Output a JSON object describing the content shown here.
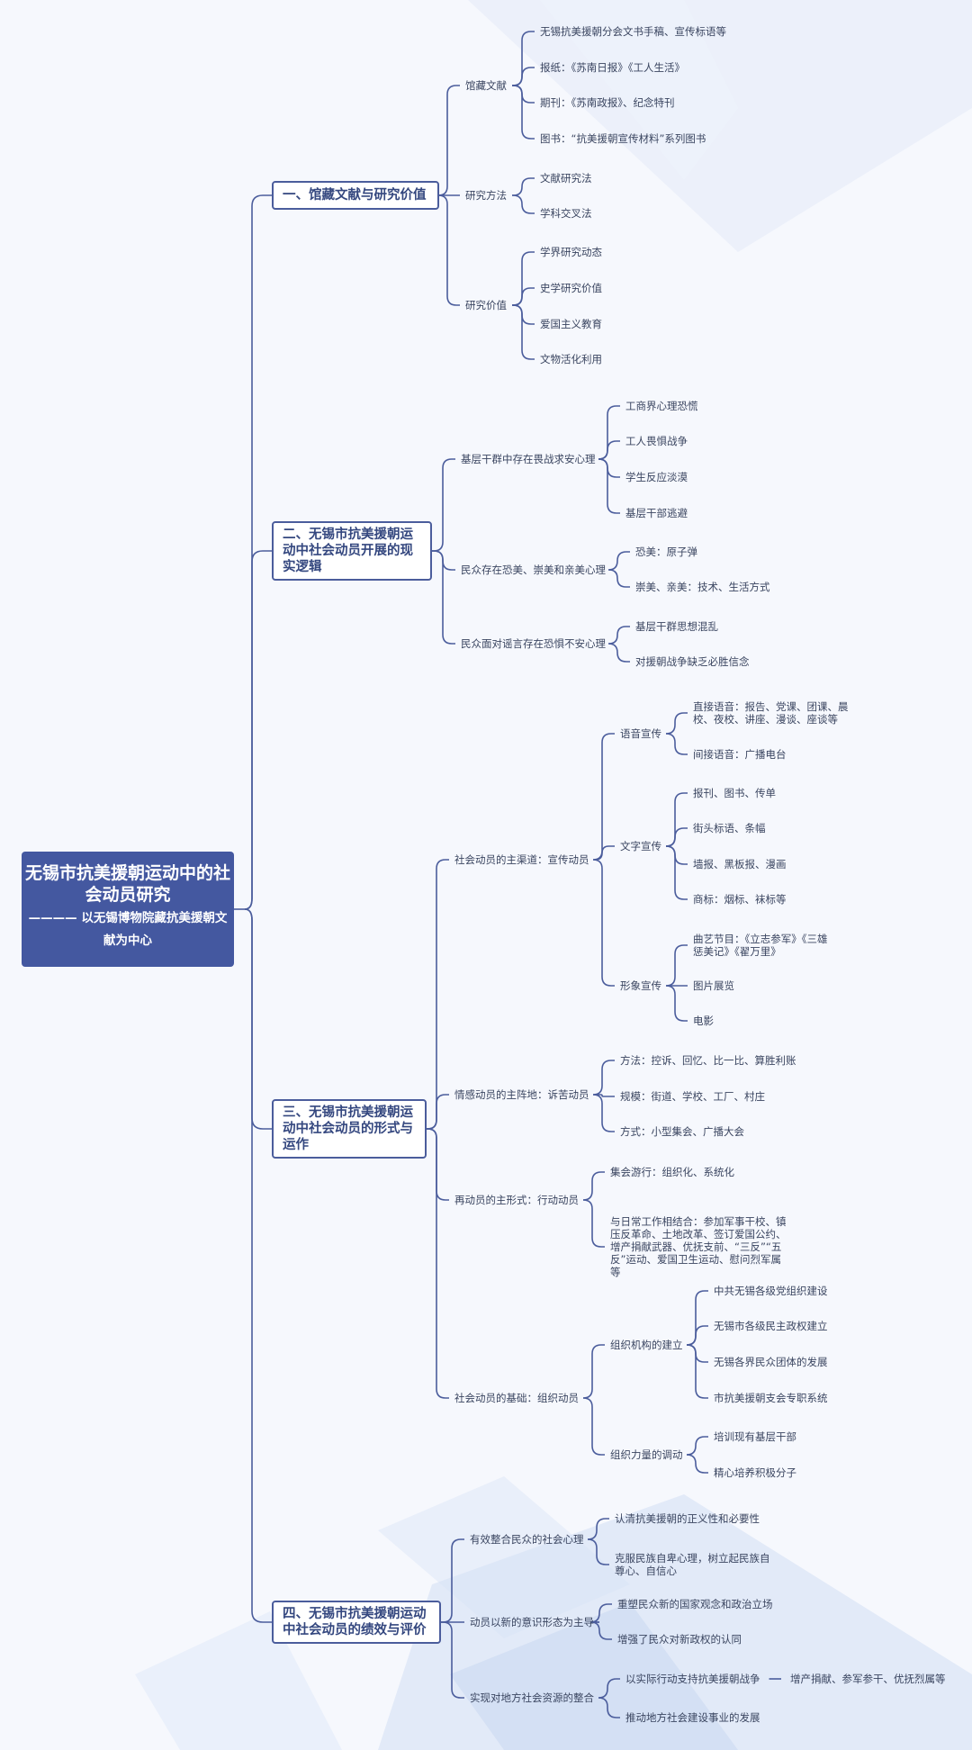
{
  "colors": {
    "line": "#4b5d9c",
    "root_bg": "#4458a0",
    "box_border": "#4b5d9c",
    "text": "#3a4560",
    "bg_shape": "#dde6f7"
  },
  "root": {
    "title": "无锡市抗美援朝运动中的社会动员研究",
    "subtitle": "———— 以无锡博物院藏抗美援朝文献为中心"
  },
  "sections": [
    {
      "label": "一、馆藏文献与研究价值",
      "children": [
        {
          "label": "馆藏文献",
          "children": [
            {
              "label": "无锡抗美援朝分会文书手稿、宣传标语等"
            },
            {
              "label": "报纸：《苏南日报》《工人生活》"
            },
            {
              "label": "期刊：《苏南政报》、纪念特刊"
            },
            {
              "label": "图书：“抗美援朝宣传材料”系列图书"
            }
          ]
        },
        {
          "label": "研究方法",
          "children": [
            {
              "label": "文献研究法"
            },
            {
              "label": "学科交叉法"
            }
          ]
        },
        {
          "label": "研究价值",
          "children": [
            {
              "label": "学界研究动态"
            },
            {
              "label": "史学研究价值"
            },
            {
              "label": "爱国主义教育"
            },
            {
              "label": "文物活化利用"
            }
          ]
        }
      ]
    },
    {
      "label": "二、无锡市抗美援朝运动中社会动员开展的现实逻辑",
      "children": [
        {
          "label": "基层干群中存在畏战求安心理",
          "children": [
            {
              "label": "工商界心理恐慌"
            },
            {
              "label": "工人畏惧战争"
            },
            {
              "label": "学生反应淡漠"
            },
            {
              "label": "基层干部逃避"
            }
          ]
        },
        {
          "label": "民众存在恐美、崇美和亲美心理",
          "children": [
            {
              "label": "恐美：原子弹"
            },
            {
              "label": "崇美、亲美：技术、生活方式"
            }
          ]
        },
        {
          "label": "民众面对谣言存在恐惧不安心理",
          "children": [
            {
              "label": "基层干群思想混乱"
            },
            {
              "label": "对援朝战争缺乏必胜信念"
            }
          ]
        }
      ]
    },
    {
      "label": "三、无锡市抗美援朝运动中社会动员的形式与运作",
      "children": [
        {
          "label": "社会动员的主渠道：宣传动员",
          "children": [
            {
              "label": "语音宣传",
              "children": [
                {
                  "label": "直接语音：报告、党课、团课、晨校、夜校、讲座、漫谈、座谈等"
                },
                {
                  "label": "间接语音：广播电台"
                }
              ]
            },
            {
              "label": "文字宣传",
              "children": [
                {
                  "label": "报刊、图书、传单"
                },
                {
                  "label": "街头标语、条幅"
                },
                {
                  "label": "墙报、黑板报、漫画"
                },
                {
                  "label": "商标：烟标、袜标等"
                }
              ]
            },
            {
              "label": "形象宣传",
              "children": [
                {
                  "label": "曲艺节目：《立志参军》《三雄惩美记》《翟万里》"
                },
                {
                  "label": "图片展览"
                },
                {
                  "label": "电影"
                }
              ]
            }
          ]
        },
        {
          "label": "情感动员的主阵地：诉苦动员",
          "children": [
            {
              "label": "方法：控诉、回忆、比一比、算胜利账"
            },
            {
              "label": "规模：街道、学校、工厂、村庄"
            },
            {
              "label": "方式：小型集会、广播大会"
            }
          ]
        },
        {
          "label": "再动员的主形式：行动动员",
          "children": [
            {
              "label": "集会游行：组织化、系统化"
            },
            {
              "label": "与日常工作相结合：参加军事干校、镇压反革命、土地改革、签订爱国公约、增产捐献武器、优抚支前、“三反”“五反”运动、爱国卫生运动、慰问烈军属等"
            }
          ]
        },
        {
          "label": "社会动员的基础：组织动员",
          "children": [
            {
              "label": "组织机构的建立",
              "children": [
                {
                  "label": "中共无锡各级党组织建设"
                },
                {
                  "label": "无锡市各级民主政权建立"
                },
                {
                  "label": "无锡各界民众团体的发展"
                },
                {
                  "label": "市抗美援朝支会专职系统"
                }
              ]
            },
            {
              "label": "组织力量的调动",
              "children": [
                {
                  "label": "培训现有基层干部"
                },
                {
                  "label": "精心培养积极分子"
                }
              ]
            }
          ]
        }
      ]
    },
    {
      "label": "四、无锡市抗美援朝运动中社会动员的绩效与评价",
      "children": [
        {
          "label": "有效整合民众的社会心理",
          "children": [
            {
              "label": "认清抗美援朝的正义性和必要性"
            },
            {
              "label": "克服民族自卑心理，树立起民族自尊心、自信心"
            }
          ]
        },
        {
          "label": "动员以新的意识形态为主导",
          "children": [
            {
              "label": "重塑民众新的国家观念和政治立场"
            },
            {
              "label": "增强了民众对新政权的认同"
            }
          ]
        },
        {
          "label": "实现对地方社会资源的整合",
          "children": [
            {
              "label": "以实际行动支持抗美援朝战争",
              "children": [
                {
                  "label": "增产捐献、参军参干、优抚烈属等"
                }
              ]
            },
            {
              "label": "推动地方社会建设事业的发展"
            }
          ]
        }
      ]
    }
  ]
}
